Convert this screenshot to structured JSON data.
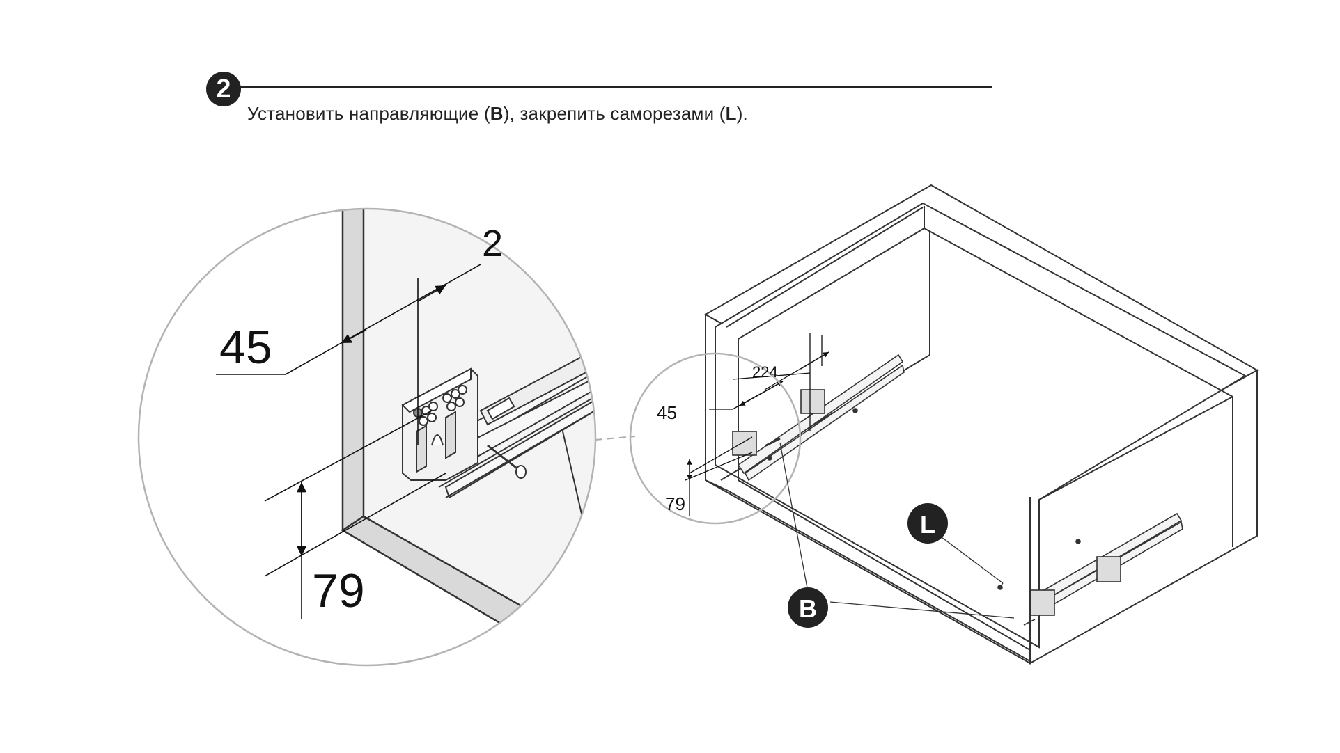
{
  "step": {
    "number": "2"
  },
  "instruction": {
    "text_1": "Установить направляющие (",
    "bold_1": "B",
    "text_2": "), закрепить саморезами (",
    "bold_2": "L",
    "text_3": ")."
  },
  "detail_view": {
    "dim_left_offset": "45",
    "dim_height": "79",
    "dim_cut_fragment": "2"
  },
  "main_view": {
    "dim_left_offset": "45",
    "dim_rail_offset": "224",
    "dim_height": "79",
    "callout_screws": "L",
    "callout_rails": "B"
  }
}
